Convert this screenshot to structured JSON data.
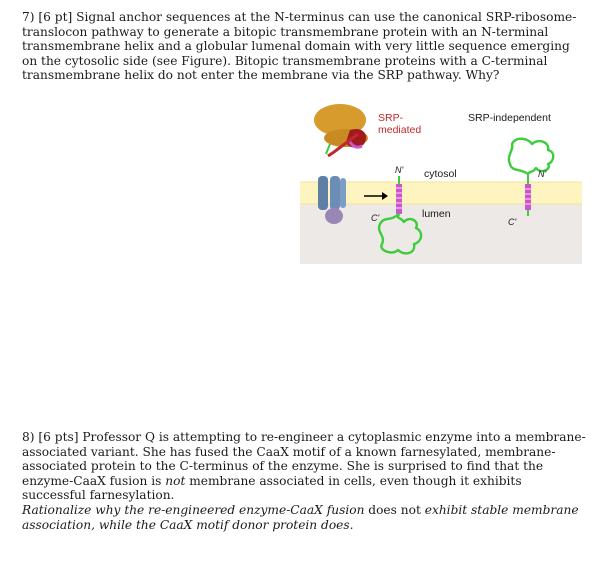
{
  "q7": {
    "number": "7)",
    "points": "[6 pt]",
    "text": "Signal anchor sequences at the N-terminus can use the canonical SRP-ribosome-translocon pathway to generate a bitopic transmembrane protein with an N-terminal transmembrane helix and a globular lumenal domain with very little sequence emerging on the cytosolic side (see Figure). Bitopic transmembrane proteins with a C-terminal transmembrane helix do not enter the membrane via the SRP pathway. Why?"
  },
  "figure": {
    "srp_mediated": "SRP-\nmediated",
    "srp_independent": "SRP-independent",
    "n_prime_left": "N'",
    "n_prime_right": "N'",
    "c_prime_left": "C'",
    "c_prime_right": "C'",
    "cytosol": "cytosol",
    "lumen": "lumen",
    "arrow": "→",
    "colors": {
      "srp_red": "#c0292b",
      "ribosome": "#d79a2c",
      "membrane": "#fdf4c0",
      "lumen_bg": "#ece9e6",
      "helix": "#cc55cc",
      "globular": "#3dcc3d",
      "translocon": "#5f7fa5"
    }
  },
  "q8": {
    "number": "8)",
    "points": "[6 pts]",
    "text_before_italic": "Professor Q is attempting to re-engineer a cytoplasmic enzyme into a membrane-associated variant. She has fused the CaaX motif of a known farnesylated, membrane-associated protein to the C-terminus of the enzyme. She is surprised to find that the enzyme-CaaX fusion is",
    "italic_not": "not",
    "text_after_italic": "membrane associated in cells, even though it exhibits successful farnesylation."
  },
  "q8_prompt": {
    "italic_part1": "Rationalize why the re-engineered enzyme-CaaX fusion",
    "plain_part": "does not",
    "italic_part2": "exhibit stable membrane association, while the CaaX motif donor protein does."
  }
}
